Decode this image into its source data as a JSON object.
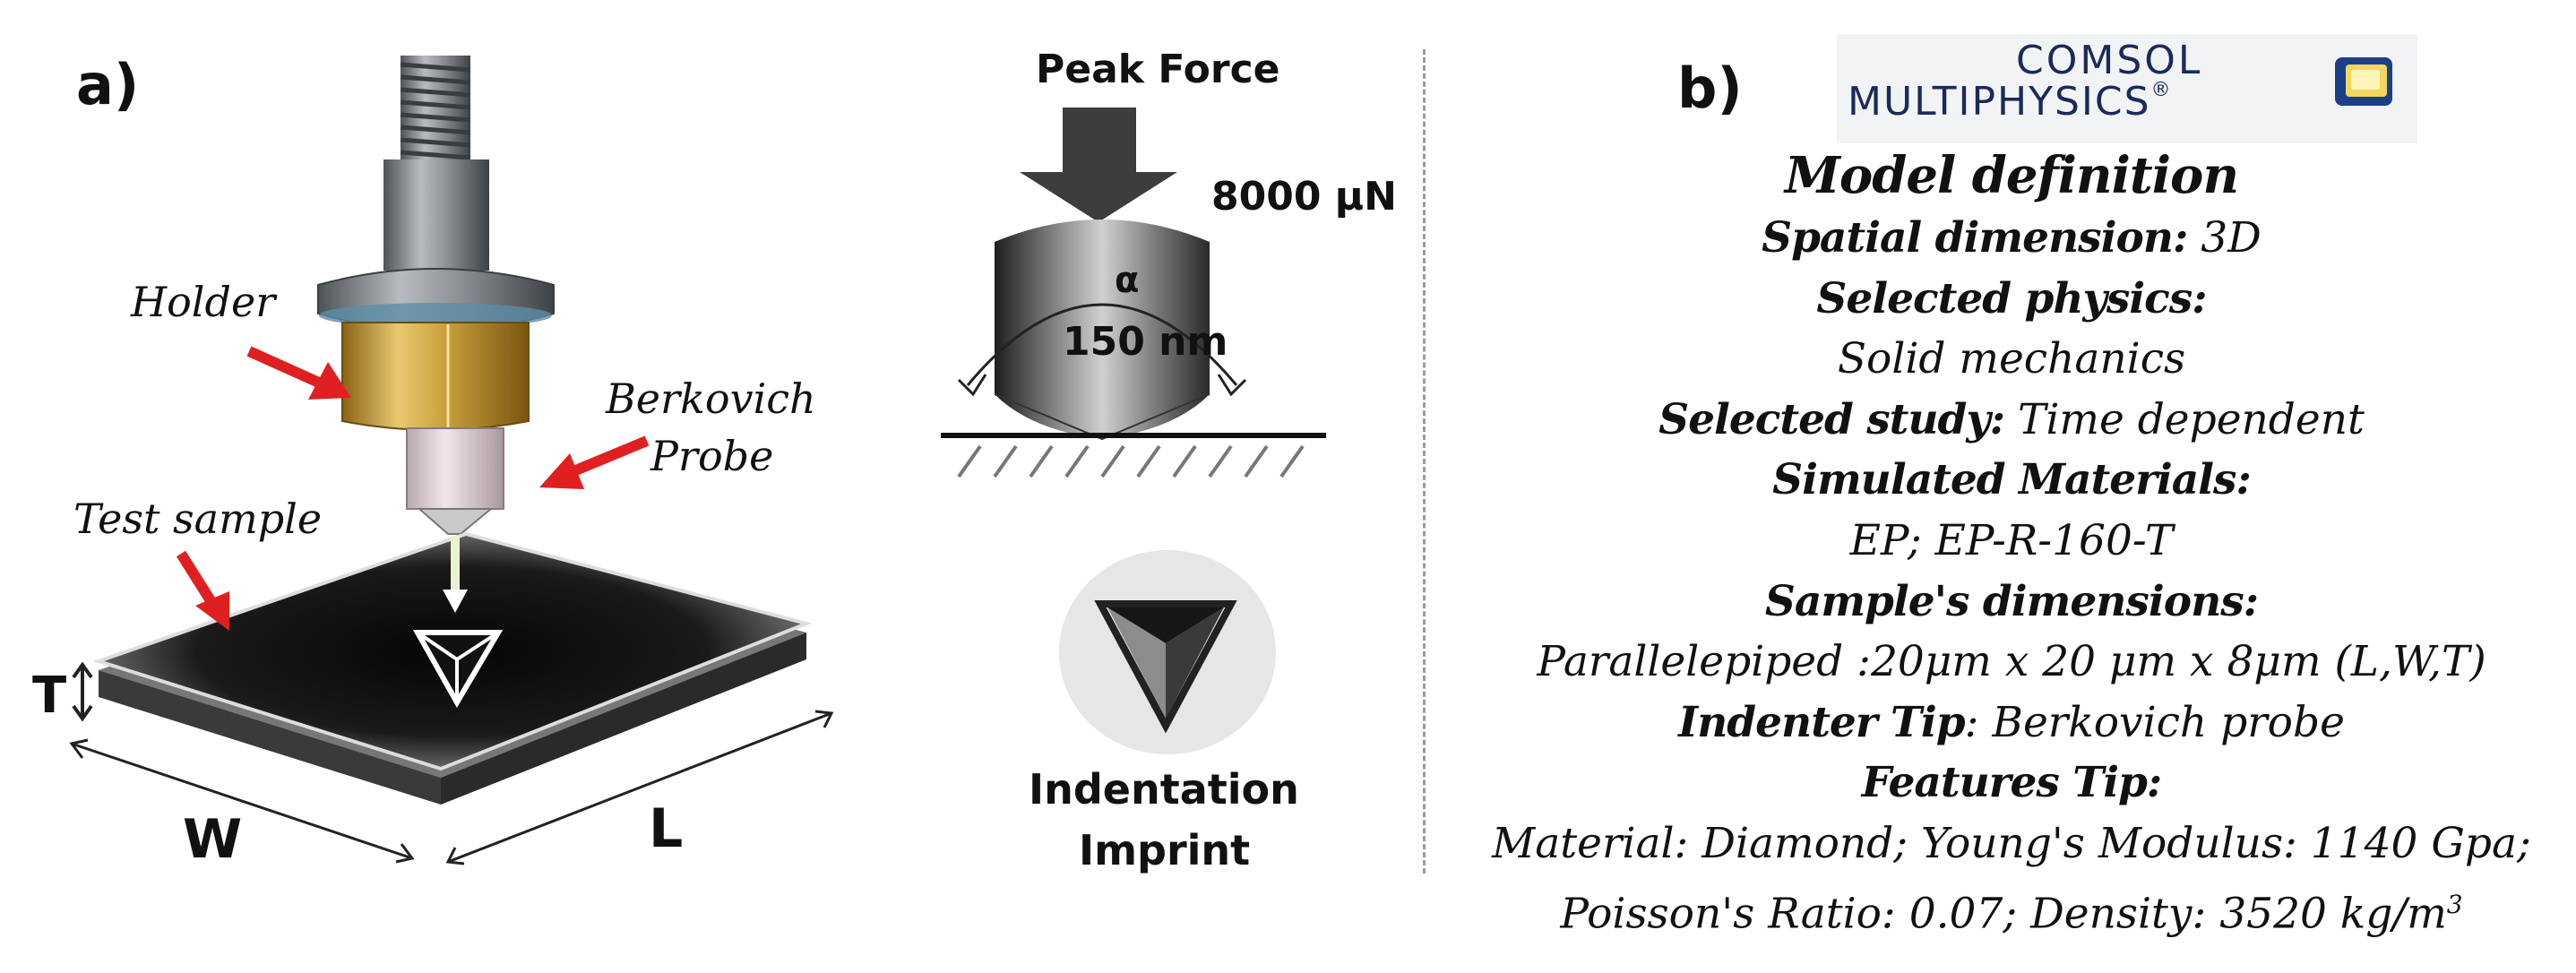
{
  "panel_a": {
    "tag": "a)",
    "labels": {
      "holder": "Holder",
      "berkovich_line1": "Berkovich",
      "berkovich_line2": "Probe",
      "test_sample": "Test sample",
      "dim_t": "T",
      "dim_w": "W",
      "dim_l": "L"
    }
  },
  "indenter": {
    "peak_force_title": "Peak Force",
    "force_value": "8000 μN",
    "angle_symbol": "α",
    "depth_value": "150 nm"
  },
  "imprint": {
    "line1": "Indentation",
    "line2": "Imprint"
  },
  "panel_b": {
    "tag": "b)",
    "logo": {
      "line1": "COMSOL",
      "line2": "MULTIPHYSICS",
      "registered": "®",
      "brand_color": "#1a2a5a"
    },
    "title": "Model definition",
    "spatial_label": "Spatial dimension:",
    "spatial_value": " 3D",
    "physics_label": "Selected physics:",
    "physics_value": "Solid mechanics",
    "study_label": "Selected study:",
    "study_value": " Time dependent",
    "materials_label": "Simulated Materials:",
    "materials_value": "EP; EP-R-160-T",
    "dims_label": "Sample's dimensions:",
    "dims_value": "Parallelepiped :20μm x 20 μm x 8μm (L,W,T)",
    "tip_label": "Indenter Tip",
    "tip_value": ": Berkovich probe",
    "features_label": "Features Tip:",
    "features_line1": "Material: Diamond; Young's Modulus: 1140 Gpa;",
    "features_line2": "Poisson's Ratio: 0.07; Density: 3520 kg/m",
    "features_sup": "3"
  },
  "colors": {
    "arrow_red": "#e02020",
    "brass": "#c9a03c",
    "steel": "#8a8f93"
  }
}
